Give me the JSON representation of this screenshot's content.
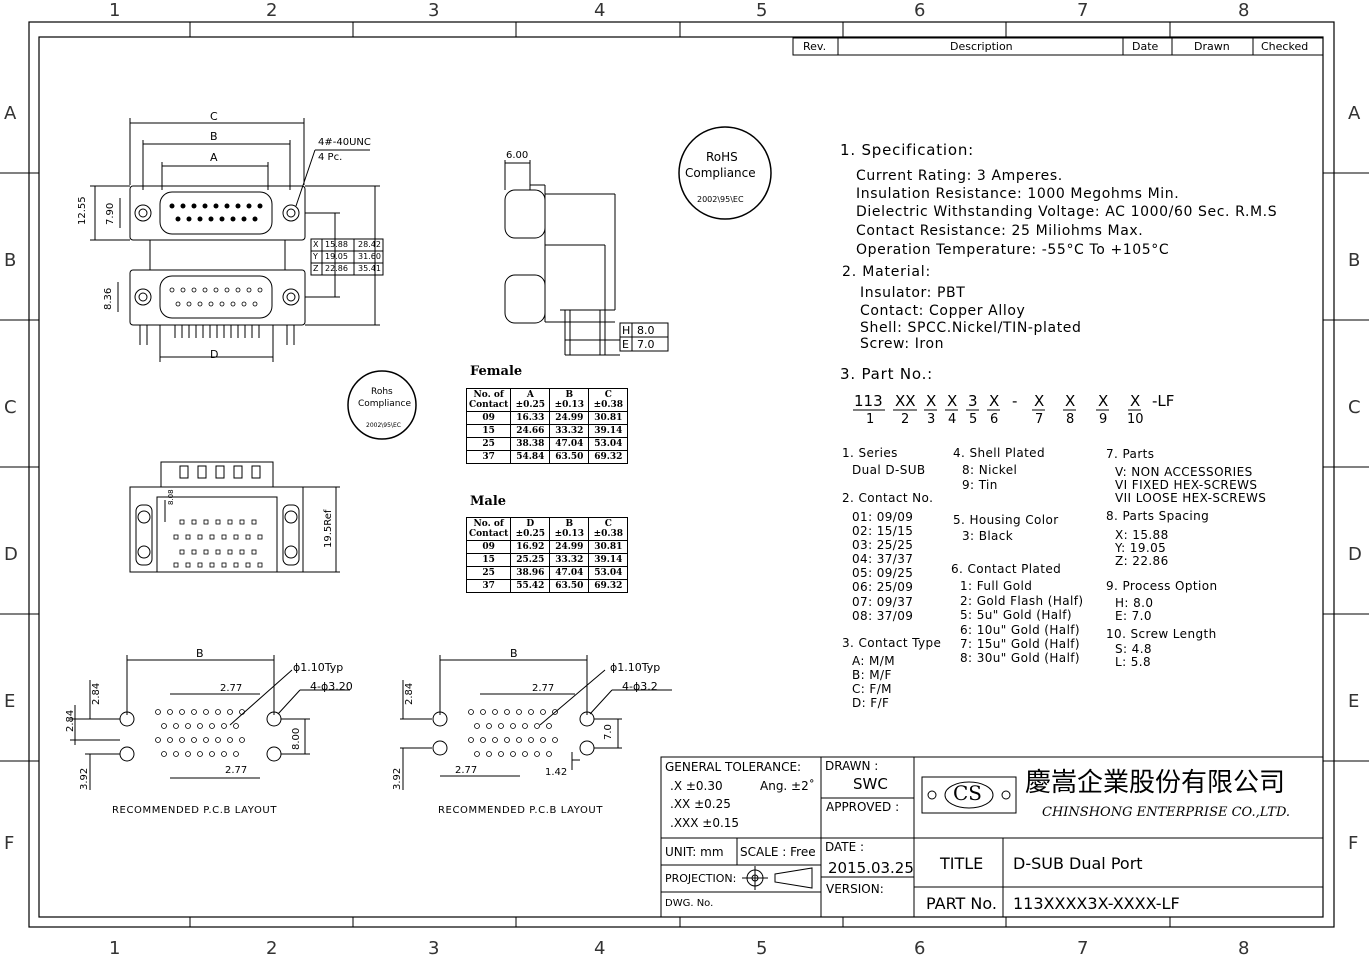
{
  "zones": {
    "columns": [
      "1",
      "2",
      "3",
      "4",
      "5",
      "6",
      "7",
      "8"
    ],
    "rows": [
      "A",
      "B",
      "C",
      "D",
      "E",
      "F"
    ]
  },
  "revision": {
    "rev": "Rev.",
    "description": "Description",
    "date": "Date",
    "drawn": "Drawn",
    "checked": "Checked"
  },
  "rohs_large": {
    "line1": "RoHS",
    "line2": "Compliance",
    "line3": "2002\\95\\EC"
  },
  "rohs_small": {
    "line1": "Rohs",
    "line2": "Compliance",
    "line3": "2002\\95\\EC"
  },
  "front_view": {
    "dim_c": "C",
    "dim_b": "B",
    "dim_a": "A",
    "dim_d": "D",
    "screw_note": "4#-40UNC",
    "screw_qty": "4 Pc.",
    "h1": "12.55",
    "h2": "7.90",
    "h3": "8.36",
    "xyz": [
      [
        "X",
        "15.88",
        "28.42"
      ],
      [
        "Y",
        "19.05",
        "31.60"
      ],
      [
        "Z",
        "22.86",
        "35.41"
      ]
    ]
  },
  "side_view": {
    "width": "6.00",
    "he": [
      [
        "H",
        "8.0"
      ],
      [
        "E",
        "7.0"
      ]
    ]
  },
  "bottom_view": {
    "pitch": "8.08",
    "ref": "19.5Ref"
  },
  "female": {
    "title": "Female",
    "headers": [
      "No. of Contact",
      "A ±0.25",
      "B ±0.13",
      "C ±0.38"
    ],
    "rows": [
      [
        "09",
        "16.33",
        "24.99",
        "30.81"
      ],
      [
        "15",
        "24.66",
        "33.32",
        "39.14"
      ],
      [
        "25",
        "38.38",
        "47.04",
        "53.04"
      ],
      [
        "37",
        "54.84",
        "63.50",
        "69.32"
      ]
    ]
  },
  "male": {
    "title": "Male",
    "headers": [
      "No. of Contact",
      "D ±0.25",
      "B ±0.13",
      "C ±0.38"
    ],
    "rows": [
      [
        "09",
        "16.92",
        "24.99",
        "30.81"
      ],
      [
        "15",
        "25.25",
        "33.32",
        "39.14"
      ],
      [
        "25",
        "38.96",
        "47.04",
        "53.04"
      ],
      [
        "37",
        "55.42",
        "63.50",
        "69.32"
      ]
    ]
  },
  "pcb_left": {
    "b": "B",
    "dia": "ϕ1.10Typ",
    "holes": "4-ϕ3.20",
    "p1": "2.84",
    "p2": "2.84",
    "p3": "2.77",
    "p4": "8.00",
    "p5": "2.77",
    "p6": "3.92",
    "caption": "RECOMMENDED P.C.B LAYOUT"
  },
  "pcb_right": {
    "b": "B",
    "dia": "ϕ1.10Typ",
    "holes": "4-ϕ3.2",
    "p1": "2.84",
    "p3": "2.77",
    "p4": "7.0",
    "p5": "2.77",
    "p7": "1.42",
    "p6": "3.92",
    "caption": "RECOMMENDED P.C.B LAYOUT"
  },
  "spec": {
    "heading": "1.  Specification:",
    "lines": [
      "Current  Rating:  3  Amperes.",
      "Insulation  Resistance:  1000  Megohms  Min.",
      "Dielectric  Withstanding  Voltage:  AC  1000/60  Sec.  R.M.S",
      "Contact  Resistance:  25  Miliohms  Max.",
      "Operation  Temperature:  -55°C  To  +105°C"
    ]
  },
  "material": {
    "heading": "2.  Material:",
    "lines": [
      "Insulator:  PBT",
      "Contact:  Copper  Alloy",
      "Shell:  SPCC.Nickel/TIN-plated",
      "Screw:  Iron"
    ]
  },
  "part_no": {
    "heading": "3.  Part  No.:",
    "codes": [
      "113",
      "XX",
      "X",
      "X",
      "3",
      "X",
      "-",
      "X",
      "X",
      "X",
      "X",
      "-LF"
    ],
    "idx": [
      "1",
      "2",
      "3",
      "4",
      "5",
      "6",
      "",
      "7",
      "8",
      "9",
      "10",
      ""
    ]
  },
  "options": {
    "series": {
      "title": "1.  Series",
      "items": [
        "Dual  D-SUB"
      ]
    },
    "contact_no": {
      "title": "2.  Contact  No.",
      "items": [
        "01:  09/09",
        "02:  15/15",
        "03:  25/25",
        "04:  37/37",
        "05:  09/25",
        "06:  25/09",
        "07:  09/37",
        "08:  37/09"
      ]
    },
    "contact_type": {
      "title": "3.  Contact  Type",
      "items": [
        "A:  M/M",
        "B:  M/F",
        "C:  F/M",
        "D:  F/F"
      ]
    },
    "shell": {
      "title": "4.  Shell  Plated",
      "items": [
        "8:  Nickel",
        "9:  Tin"
      ]
    },
    "housing": {
      "title": "5.  Housing  Color",
      "items": [
        "3:  Black"
      ]
    },
    "contact_plated": {
      "title": "6.  Contact  Plated",
      "items": [
        "1:  Full  Gold",
        "2:  Gold  Flash  (Half)",
        "5:    5u\"  Gold  (Half)",
        "6:  10u\"  Gold  (Half)",
        "7:  15u\"  Gold  (Half)",
        "8:  30u\"  Gold  (Half)"
      ]
    },
    "parts": {
      "title": "7.  Parts",
      "items": [
        "V:  NON  ACCESSORIES",
        "VI  FIXED  HEX-SCREWS",
        "VII  LOOSE  HEX-SCREWS"
      ]
    },
    "spacing": {
      "title": "8.  Parts  Spacing",
      "items": [
        "X:  15.88",
        "Y:  19.05",
        "Z:  22.86"
      ]
    },
    "process": {
      "title": "9.  Process  Option",
      "items": [
        "H:  8.0",
        "E:  7.0"
      ]
    },
    "screw": {
      "title": "10.  Screw  Length",
      "items": [
        "S:  4.8",
        "L:  5.8"
      ]
    }
  },
  "title_block": {
    "tol_title": "GENERAL TOLERANCE:",
    "tol_x": ".X  ±0.30",
    "tol_xx": ".XX ±0.25",
    "tol_xxx": ".XXX ±0.15",
    "tol_ang": "Ang.  ±2˚",
    "drawn_label": "DRAWN :",
    "drawn_value": "SWC",
    "approved_label": "APPROVED :",
    "logo": "CS",
    "company_cn": "慶嵩企業股份有限公司",
    "company_en": "CHINSHONG ENTERPRISE CO.,LTD.",
    "unit": "UNIT:  mm",
    "scale": "SCALE :  Free",
    "date_label": "DATE :",
    "date_value": "2015.03.25",
    "projection": "PROJECTION:",
    "version": "VERSION:",
    "dwg": "DWG. No.",
    "title_label": "TITLE",
    "title_value": "D-SUB  Dual Port",
    "part_label": "PART No.",
    "part_value": "113XXXX3X-XXXX-LF"
  }
}
